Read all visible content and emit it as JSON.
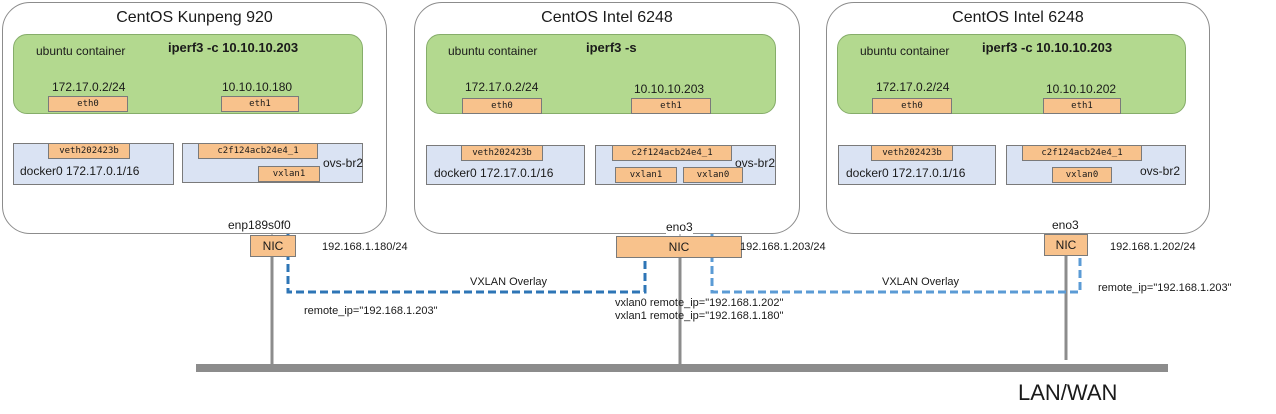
{
  "hosts": [
    {
      "title": "CentOS Kunpeng 920",
      "container_label": "ubuntu container",
      "command": "iperf3 -c 10.10.10.203",
      "eth0_ip": "172.17.0.2/24",
      "eth1_ip": "10.10.10.180",
      "eth0": "eth0",
      "eth1": "eth1",
      "veth": "veth202423b",
      "docker_label": "docker0 172.17.0.1/16",
      "bridge_port": "c2f124acb24e4_1",
      "bridge_label": "ovs-br2",
      "vxlan_ports": [
        "vxlan1"
      ],
      "nic_name": "enp189s0f0",
      "nic_label": "NIC",
      "nic_ip": "192.168.1.180/24"
    },
    {
      "title": "CentOS Intel 6248",
      "container_label": "ubuntu container",
      "command": "iperf3 -s",
      "eth0_ip": "172.17.0.2/24",
      "eth1_ip": "10.10.10.203",
      "eth0": "eth0",
      "eth1": "eth1",
      "veth": "veth202423b",
      "docker_label": "docker0 172.17.0.1/16",
      "bridge_port": "c2f124acb24e4_1",
      "bridge_label": "ovs-br2",
      "vxlan_ports": [
        "vxlan1",
        "vxlan0"
      ],
      "nic_name": "eno3",
      "nic_label": "NIC",
      "nic_ip": "192.168.1.203/24"
    },
    {
      "title": "CentOS Intel 6248",
      "container_label": "ubuntu container",
      "command": "iperf3 -c 10.10.10.203",
      "eth0_ip": "172.17.0.2/24",
      "eth1_ip": "10.10.10.202",
      "eth0": "eth0",
      "eth1": "eth1",
      "veth": "veth202423b",
      "docker_label": "docker0 172.17.0.1/16",
      "bridge_port": "c2f124acb24e4_1",
      "bridge_label": "ovs-br2",
      "vxlan_ports": [
        "vxlan0"
      ],
      "nic_name": "eno3",
      "nic_label": "NIC",
      "nic_ip": "192.168.1.202/24"
    }
  ],
  "overlays": {
    "left_label": "VXLAN Overlay",
    "right_label": "VXLAN Overlay",
    "left_color": "#2e75b6",
    "right_color": "#5b9bd5"
  },
  "remote_ips": {
    "host1": "remote_ip=\"192.168.1.203\"",
    "host2_vxlan0": "vxlan0 remote_ip=\"192.168.1.202\"",
    "host2_vxlan1": "vxlan1 remote_ip=\"192.168.1.180\"",
    "host3": "remote_ip=\"192.168.1.203\""
  },
  "network_label": "LAN/WAN",
  "colors": {
    "container_fill": "#b3d98f",
    "port_fill": "#f8c28c",
    "bridge_fill": "#dae3f3",
    "lan_bar": "#8c8c8c"
  }
}
